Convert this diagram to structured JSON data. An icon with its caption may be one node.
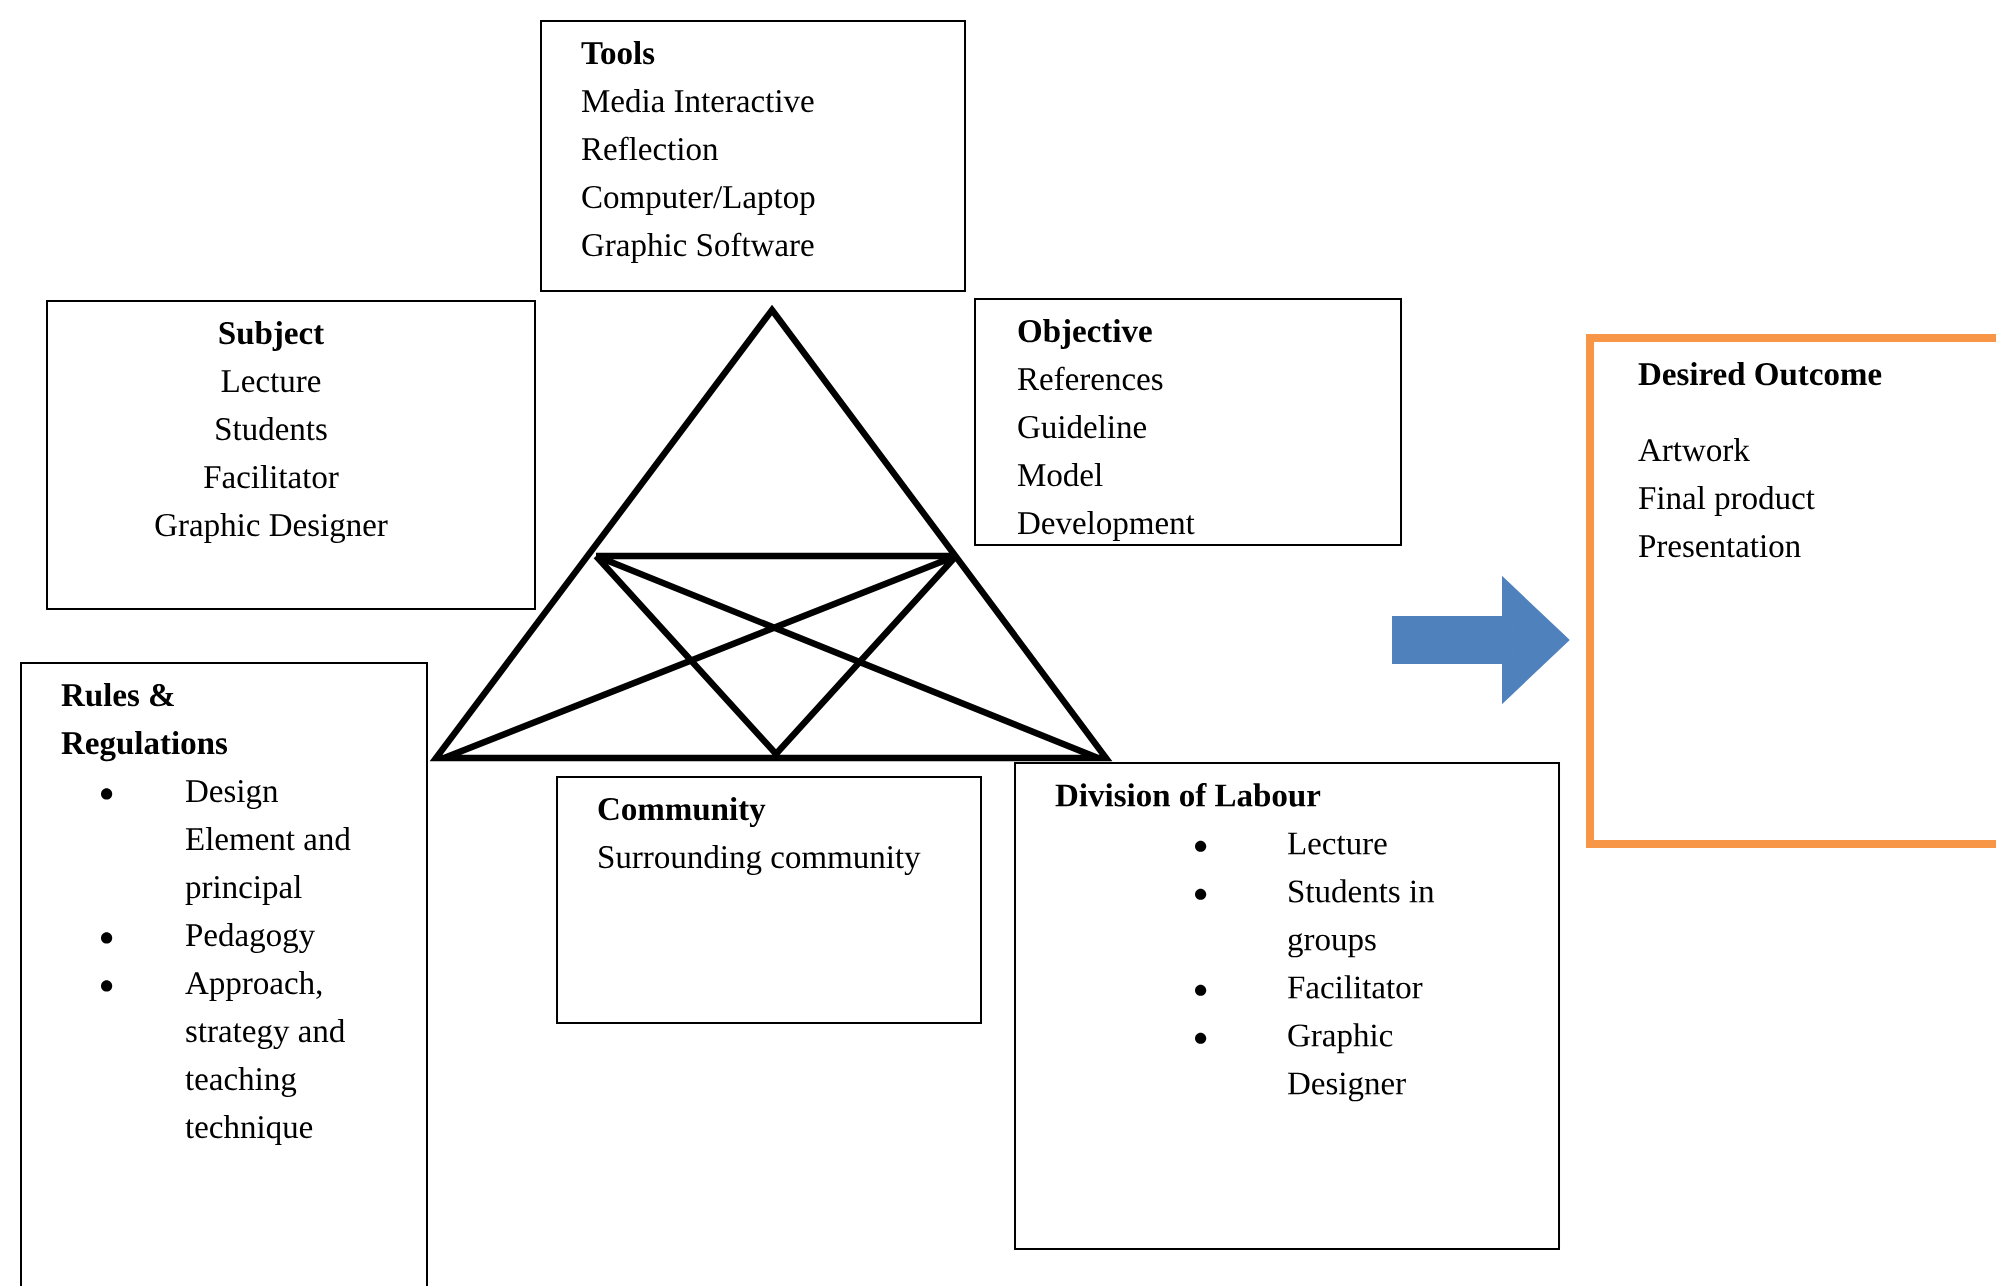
{
  "diagram": {
    "nodes": [
      {
        "text": [
          "Tools",
          "Media Interactive",
          "Reflection",
          "Computer/Laptop",
          "Graphic Software"
        ]
      },
      {
        "text": [
          "Subject",
          "Lecture",
          "Students",
          "Facilitator",
          "Graphic Designer"
        ]
      },
      {
        "text": [
          "Objective",
          "References",
          "Guideline",
          "Model",
          "Development"
        ]
      },
      {
        "text": [
          "Desired Outcome",
          "Artwork",
          "Final product",
          "Presentation"
        ]
      },
      {
        "text": [
          "Rules & Regulations",
          "Design Element and principal",
          "Pedagogy",
          "Approach, strategy and teaching technique"
        ]
      },
      {
        "text": [
          "Community",
          "Surrounding community"
        ]
      },
      {
        "text": [
          "Division of Labour",
          "Lecture",
          "Students in groups",
          "Facilitator",
          "Graphic Designer"
        ]
      }
    ],
    "edges": [
      {
        "from": null,
        "to": 3,
        "arrow": "to",
        "color": "#4f81bd"
      }
    ]
  }
}
